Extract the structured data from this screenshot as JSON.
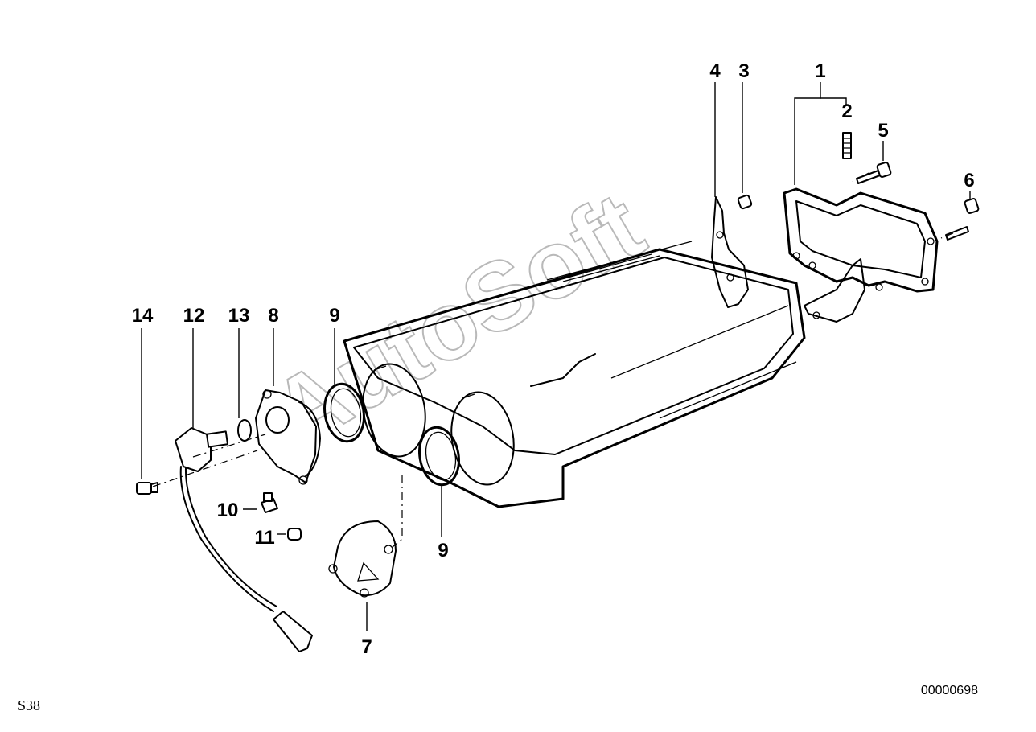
{
  "callouts": {
    "p1": "1",
    "p2": "2",
    "p3": "3",
    "p4": "4",
    "p5": "5",
    "p6": "6",
    "p7": "7",
    "p8": "8",
    "p9a": "9",
    "p9b": "9",
    "p10": "10",
    "p11": "11",
    "p12": "12",
    "p13": "13",
    "p14": "14"
  },
  "watermark": "AutoSoft",
  "diagram_code": "00000698",
  "engine_code": "S38"
}
